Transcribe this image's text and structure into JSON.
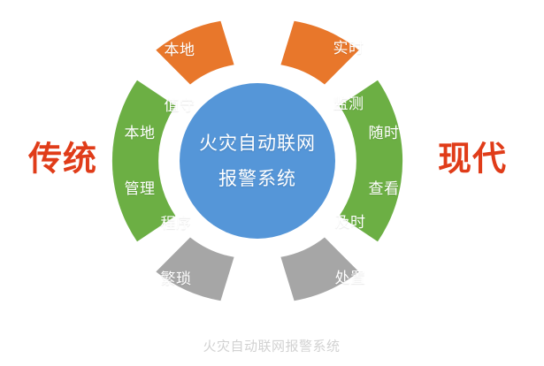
{
  "diagram": {
    "title": "火灾自动联网报警系统",
    "caption": "火灾自动联网报警系统",
    "center": {
      "line1": "火灾自动联网",
      "line2": "报警系统",
      "color": "#5596D8"
    },
    "side_labels": {
      "left": "传统",
      "right": "现代",
      "color": "#E03C19"
    },
    "palette": {
      "orange": "#E8772B",
      "green": "#6CAF44",
      "gray": "#A6A6A6",
      "blue": "#5596D8",
      "background": "#FFFFFF",
      "gap": "#FFFFFF"
    },
    "segments": [
      {
        "id": "local-duty",
        "line1": "本地",
        "line2": "值守",
        "color": "#E8772B",
        "side": "left",
        "position": "top"
      },
      {
        "id": "local-management",
        "line1": "本地",
        "line2": "管理",
        "color": "#6CAF44",
        "side": "left",
        "position": "middle"
      },
      {
        "id": "cumbersome-procedure",
        "line1": "程序",
        "line2": "繁琐",
        "color": "#A6A6A6",
        "side": "left",
        "position": "bottom"
      },
      {
        "id": "realtime-monitoring",
        "line1": "实时",
        "line2": "监测",
        "color": "#E8772B",
        "side": "right",
        "position": "top"
      },
      {
        "id": "view-anytime",
        "line1": "随时",
        "line2": "查看",
        "color": "#6CAF44",
        "side": "right",
        "position": "middle"
      },
      {
        "id": "timely-disposal",
        "line1": "及时",
        "line2": "处置",
        "color": "#A6A6A6",
        "side": "right",
        "position": "bottom"
      }
    ]
  }
}
